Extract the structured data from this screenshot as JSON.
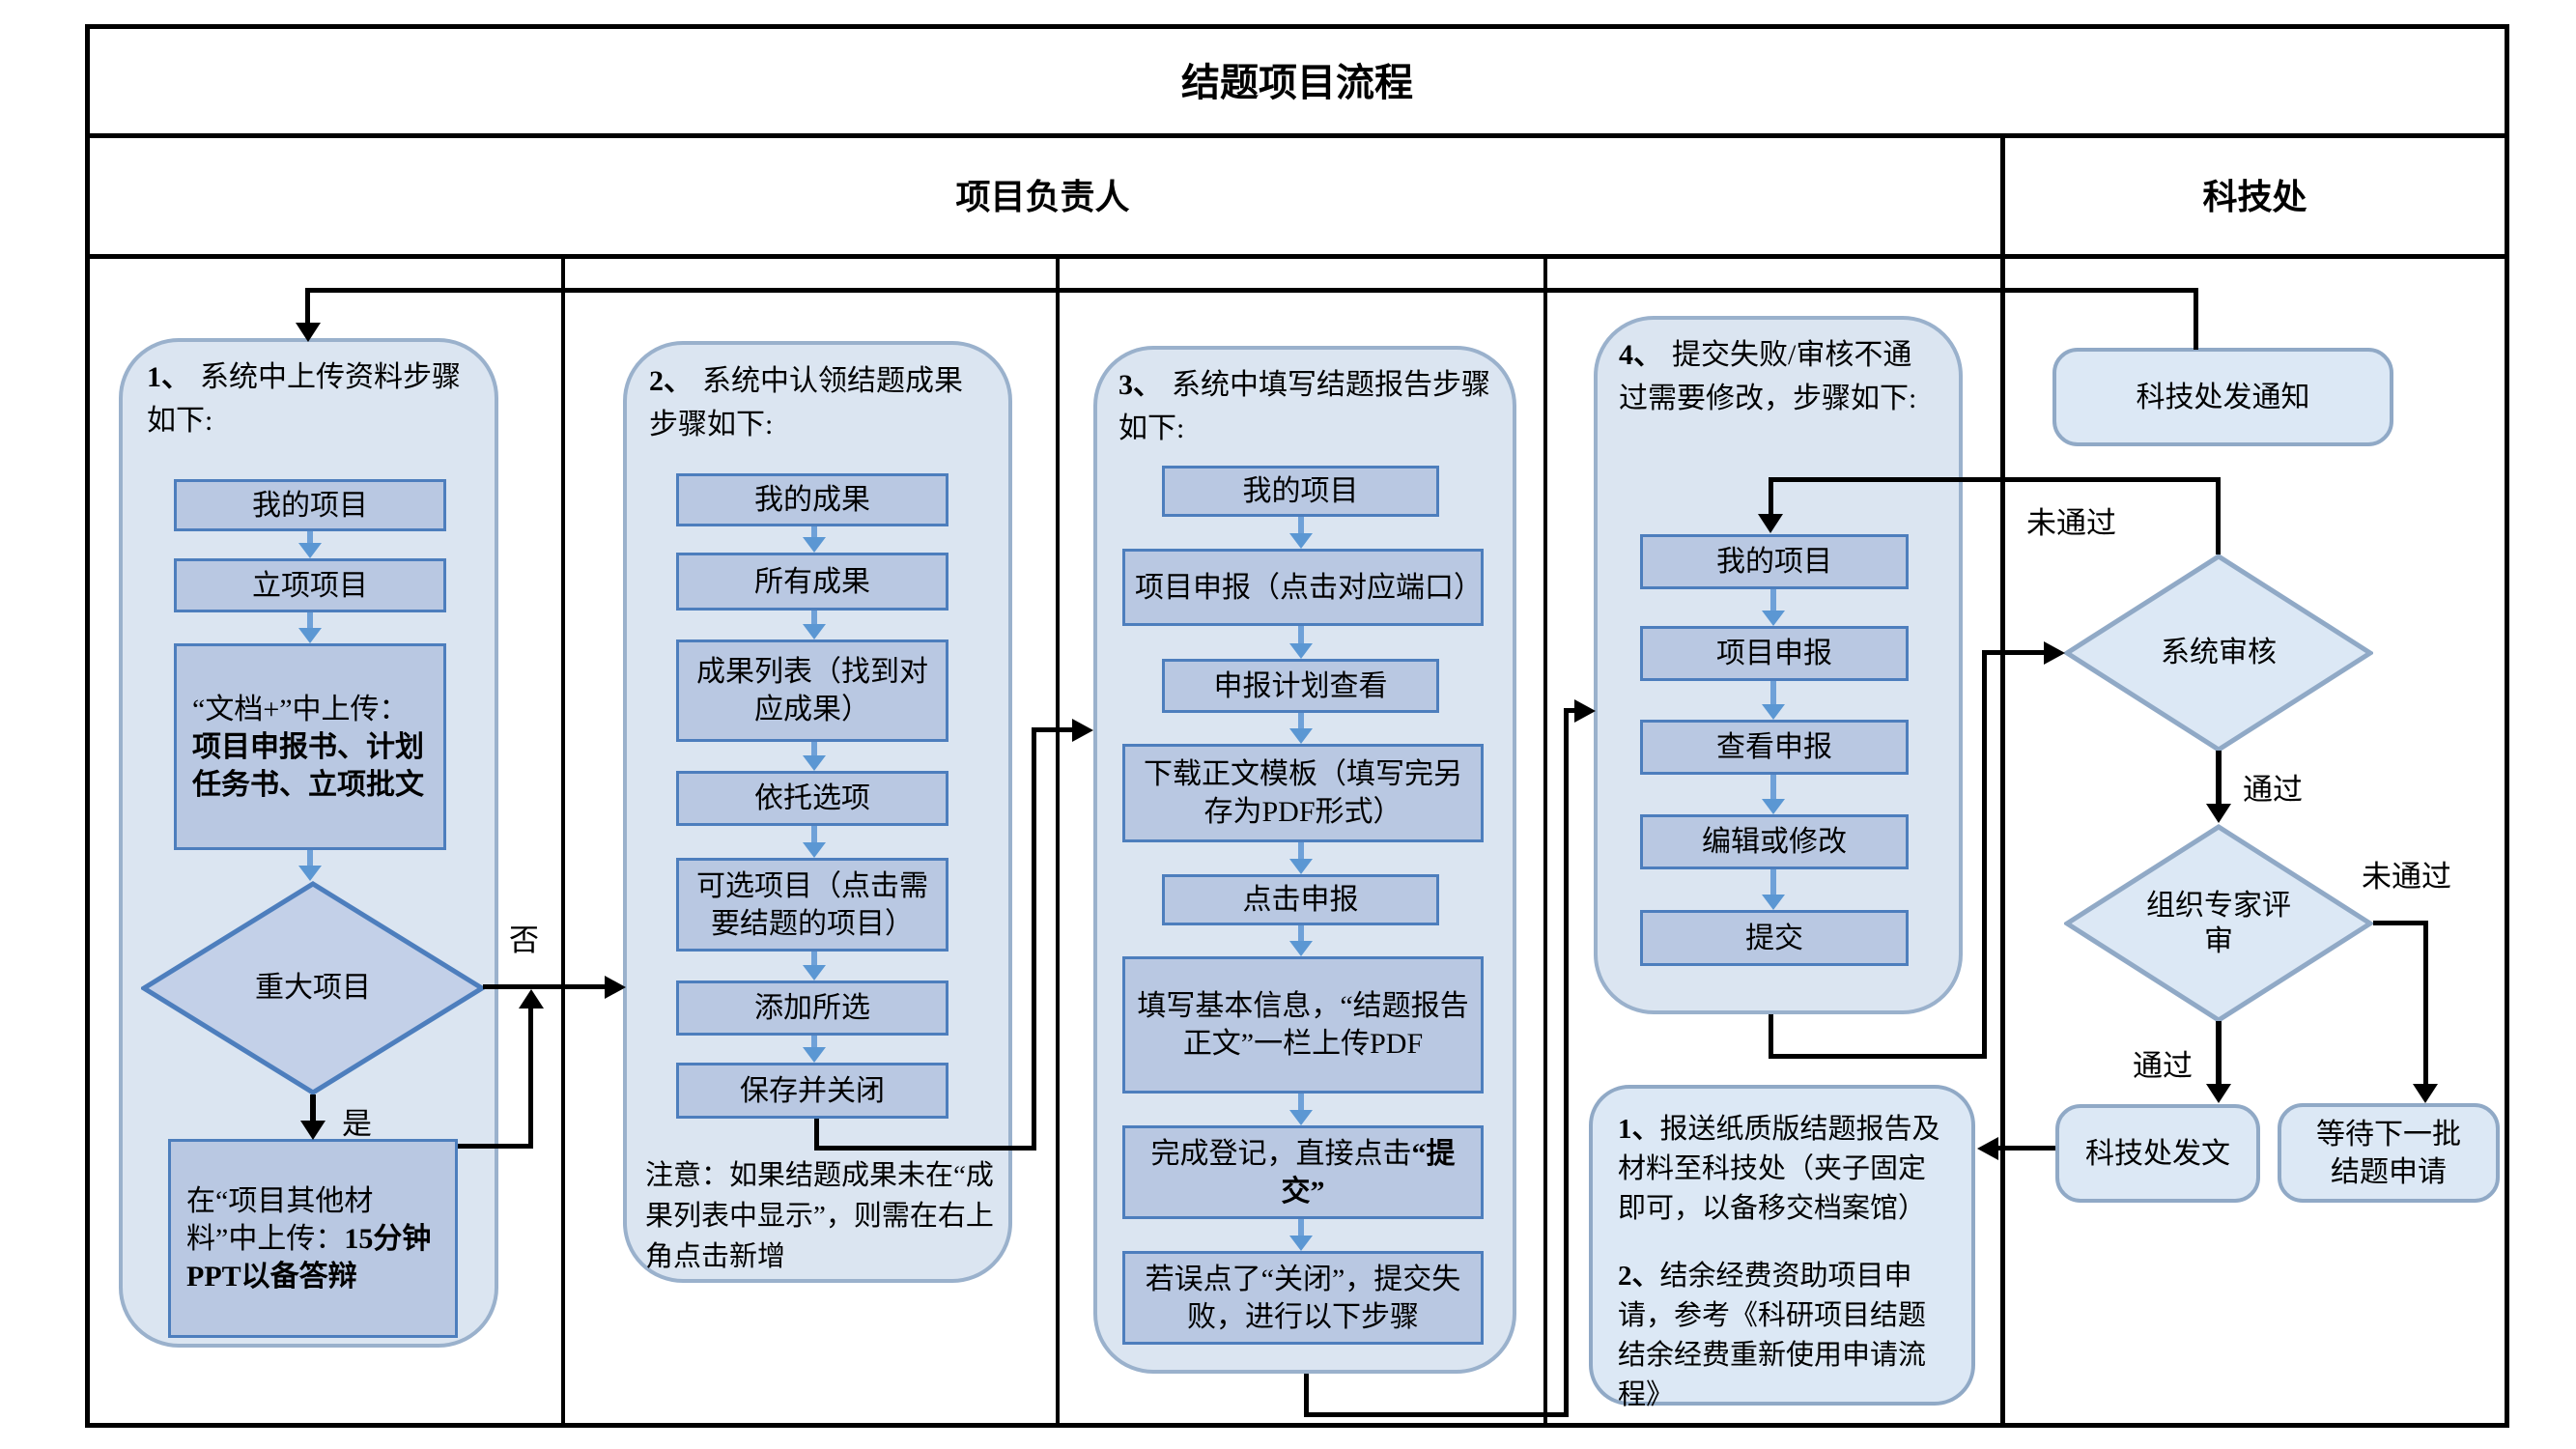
{
  "title": "结题项目流程",
  "header": {
    "left": "项目负责人",
    "right": "科技处"
  },
  "labels": {
    "no": "否",
    "yes": "是",
    "fail1": "未通过",
    "pass1": "通过",
    "fail2": "未通过",
    "pass2": "通过"
  },
  "c1": {
    "num": "1、",
    "heading": "系统中上传资料步骤如下:",
    "steps": [
      "我的项目",
      "立项项目"
    ],
    "upload": {
      "pre": "“文档+”中上传：",
      "bold": "项目申报书、计划任务书、立项批文"
    },
    "decision": "重大项目",
    "final": {
      "pre": "在“项目其他材料”中上传：",
      "bold": "15分钟PPT以备答辩"
    }
  },
  "c2": {
    "num": "2、",
    "heading": "系统中认领结题成果步骤如下:",
    "steps": [
      "我的成果",
      "所有成果",
      "成果列表（找到对应成果）",
      "依托选项",
      "可选项目（点击需要结题的项目）",
      "添加所选",
      "保存并关闭"
    ],
    "note": "注意：如果结题成果未在“成果列表中显示”，则需在右上角点击新增"
  },
  "c3": {
    "num": "3、",
    "heading": "系统中填写结题报告步骤如下:",
    "steps": [
      "我的项目",
      "项目申报（点击对应端口）",
      "申报计划查看",
      "下载正文模板（填写完另存为PDF形式）",
      "点击申报",
      "填写基本信息，“结题报告正文”一栏上传PDF"
    ],
    "submit": {
      "pre": "完成登记，直接点击",
      "bold": "“提交”"
    },
    "last": "若误点了“关闭”，提交失败，进行以下步骤"
  },
  "c4": {
    "num": "4、",
    "heading": "提交失败/审核不通过需要修改，步骤如下:",
    "steps": [
      "我的项目",
      "项目申报",
      "查看申报",
      "编辑或修改",
      "提交"
    ]
  },
  "notebox": {
    "item1_num": "1、",
    "item1": "报送纸质版结题报告及材料至科技处（夹子固定即可，以备移交档案馆）",
    "item2_num": "2、",
    "item2": "结余经费资助项目申请，参考《科研项目结题结余经费重新使用申请流程》"
  },
  "right": {
    "notice": "科技处发通知",
    "review1": "系统审核",
    "review2": "组织专家评审",
    "issue": "科技处发文",
    "wait": "等待下一批结题申请"
  },
  "colors": {
    "box_fill": "#b9c8e2",
    "box_border": "#4d7ebd",
    "panel_fill": "#dbe5f1",
    "panel_border": "#9ab1cc",
    "shape_fill": "#dce8f5",
    "shape_border": "#90a9c6",
    "arrow_blue": "#5b97d3",
    "connector_black": "#000000"
  }
}
